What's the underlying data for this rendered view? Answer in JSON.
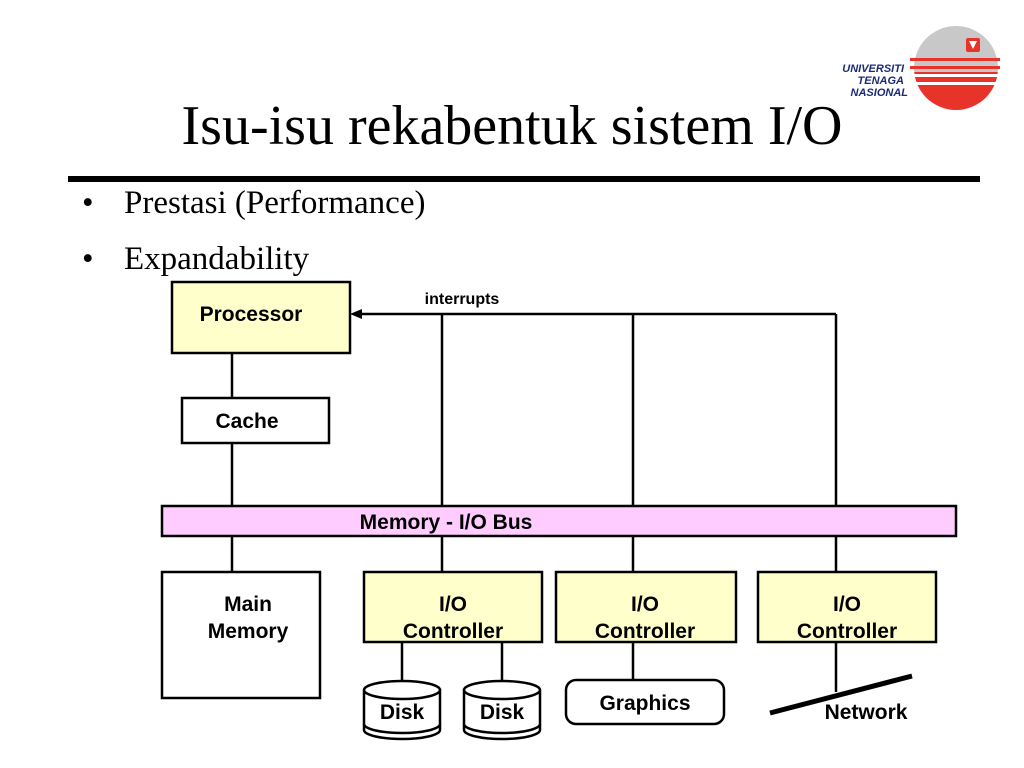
{
  "slide": {
    "title": "Isu-isu rekabentuk sistem I/O",
    "bullets": [
      "Prestasi (Performance)",
      "Expandability"
    ]
  },
  "logo": {
    "lines": [
      "UNIVERSITI",
      "TENAGA",
      "NASIONAL"
    ],
    "colors": {
      "red": "#e8332a",
      "grey": "#c8c8c8",
      "navy": "#1c2a78"
    }
  },
  "diagram": {
    "processor": "Processor",
    "interrupts": "interrupts",
    "cache": "Cache",
    "bus": "Memory - I/O Bus",
    "main_memory": [
      "Main",
      "Memory"
    ],
    "io_controllers": [
      [
        "I/O",
        "Controller"
      ],
      [
        "I/O",
        "Controller"
      ],
      [
        "I/O",
        "Controller"
      ]
    ],
    "disks": [
      "Disk",
      "Disk"
    ],
    "graphics": "Graphics",
    "network": "Network",
    "colors": {
      "yellow": "#ffffcc",
      "pink": "#ffccff",
      "line": "#000000"
    }
  }
}
